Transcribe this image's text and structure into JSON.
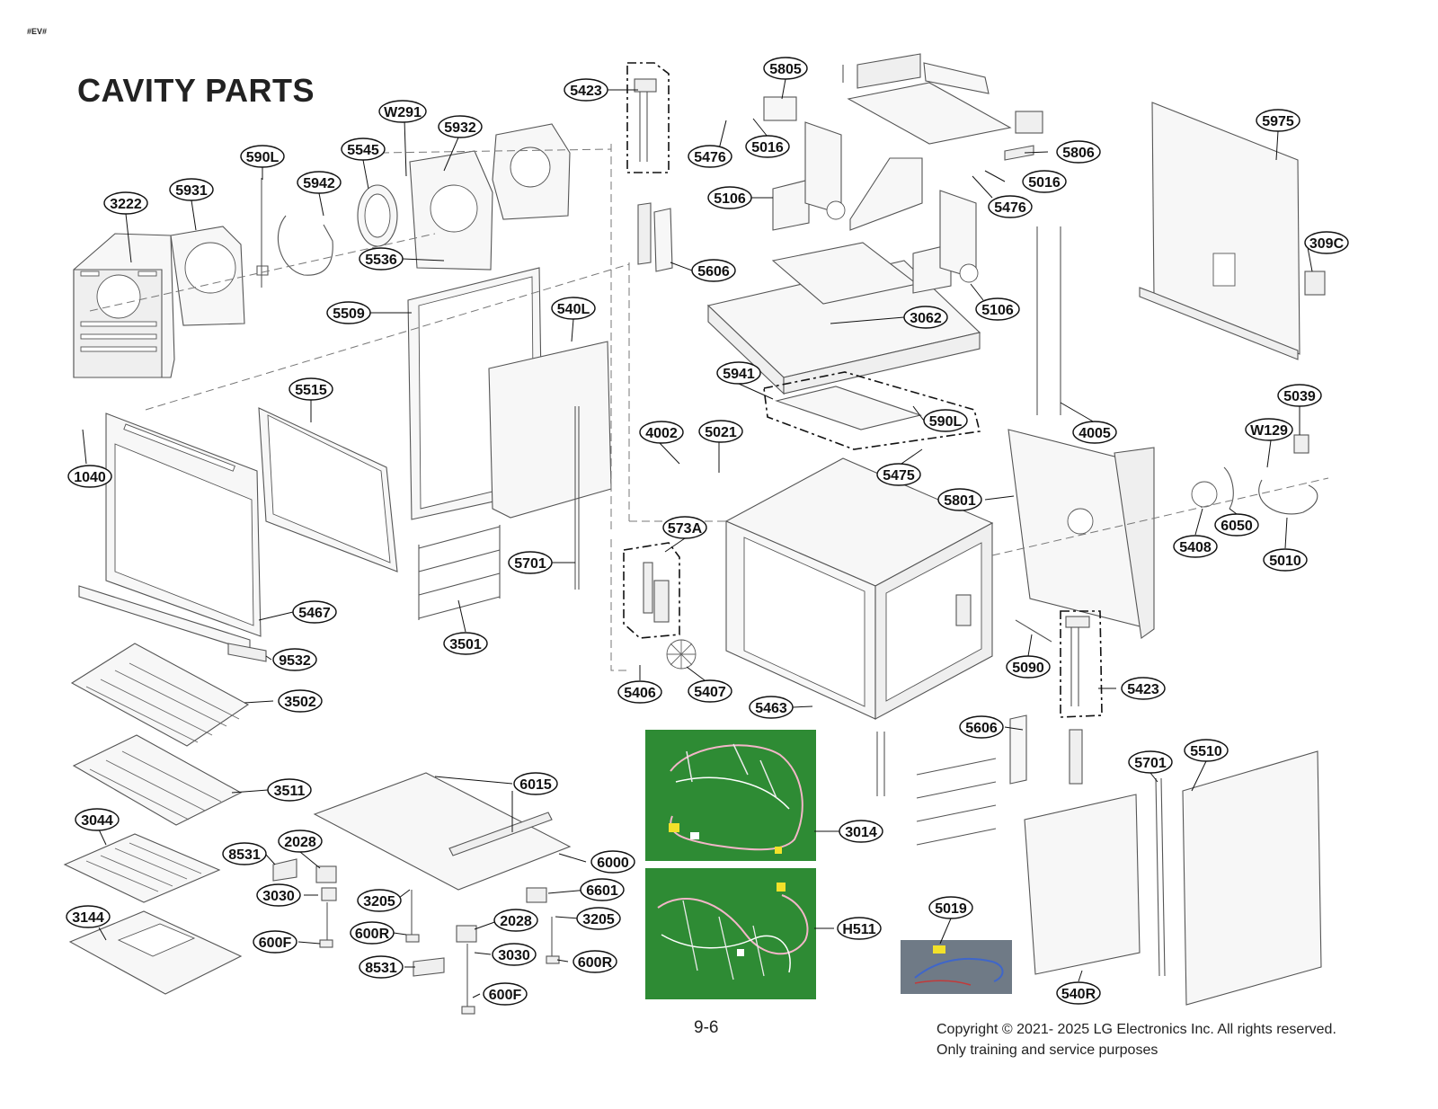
{
  "header": {
    "tag": "#EV#",
    "title": "CAVITY PARTS"
  },
  "footer": {
    "page": "9-6",
    "copyright_line1": "Copyright © 2021- 2025 LG Electronics Inc. All rights reserved.",
    "copyright_line2": "Only training and service purposes"
  },
  "callouts": {
    "c5423a": "5423",
    "c5805": "5805",
    "c5975": "5975",
    "cW291": "W291",
    "c5932": "5932",
    "c590La": "590L",
    "c5545": "5545",
    "c5931": "5931",
    "c5942": "5942",
    "c3222": "3222",
    "c5476a": "5476",
    "c5016a": "5016",
    "c5806": "5806",
    "c5016b": "5016",
    "c5106a": "5106",
    "c5476b": "5476",
    "c309C": "309C",
    "c5536": "5536",
    "c5606a": "5606",
    "c5509": "5509",
    "c540L": "540L",
    "c3062": "3062",
    "c5106b": "5106",
    "c5941": "5941",
    "c5515": "5515",
    "c5039": "5039",
    "c590Lb": "590L",
    "cW129": "W129",
    "c4002": "4002",
    "c5021": "5021",
    "c4005": "4005",
    "c1040": "1040",
    "c5475": "5475",
    "c5801": "5801",
    "c573A": "573A",
    "c6050": "6050",
    "c5408": "5408",
    "c5701a": "5701",
    "c5010": "5010",
    "c5467": "5467",
    "c3501": "3501",
    "c9532": "9532",
    "c5090": "5090",
    "c5406": "5406",
    "c5407": "5407",
    "c5423b": "5423",
    "c3502": "3502",
    "c5463": "5463",
    "c5606b": "5606",
    "c5510": "5510",
    "c5701b": "5701",
    "c6015": "6015",
    "c3511": "3511",
    "c3044": "3044",
    "c3014": "3014",
    "c2028a": "2028",
    "c8531a": "8531",
    "c6000": "6000",
    "c3030a": "3030",
    "c3205a": "3205",
    "c6601": "6601",
    "c5019": "5019",
    "c3144": "3144",
    "c2028b": "2028",
    "c3205b": "3205",
    "cH511": "H511",
    "c600Fa": "600F",
    "c600Ra": "600R",
    "c3030b": "3030",
    "c600Rb": "600R",
    "c8531b": "8531",
    "c540R": "540R",
    "c600Fb": "600F"
  },
  "colors": {
    "harness_photo_bg": "#2e8b34",
    "wire_photo_bg": "#6f7a86"
  }
}
